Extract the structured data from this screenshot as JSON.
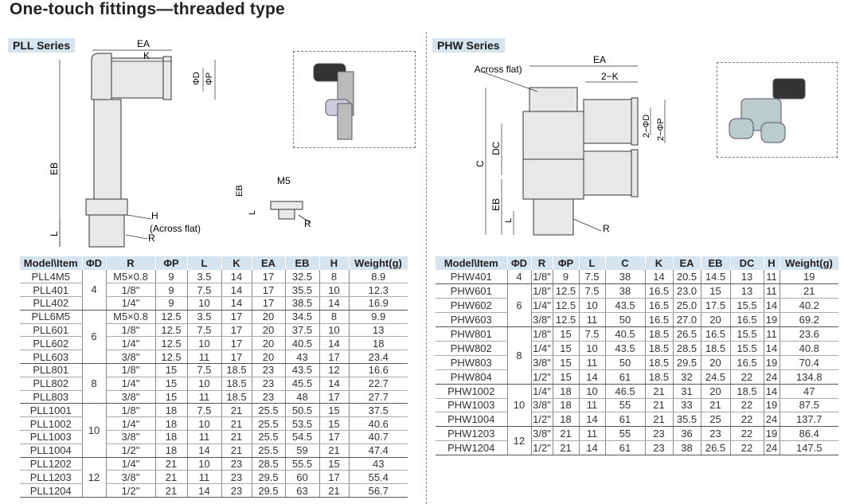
{
  "title": "One-touch fittings—threaded type",
  "pll": {
    "series_label": "PLL Series",
    "diagram_labels": {
      "ea": "EA",
      "k": "K",
      "d": "ΦD",
      "p": "ΦP",
      "eb": "EB",
      "l": "L",
      "h": "H",
      "h2": "(Across flat)",
      "r": "R",
      "m5": "M5",
      "eb2": "EB",
      "l2": "L",
      "r2": "R"
    },
    "headers": [
      "Model\\Item",
      "ΦD",
      "R",
      "ΦP",
      "L",
      "K",
      "EA",
      "EB",
      "H",
      "Weight(g)"
    ],
    "groups": [
      {
        "d": "4",
        "rows": [
          [
            "PLL4M5",
            "M5×0.8",
            "9",
            "3.5",
            "14",
            "17",
            "32.5",
            "8",
            "8.9"
          ],
          [
            "PLL401",
            "1/8\"",
            "9",
            "7.5",
            "14",
            "17",
            "35.5",
            "10",
            "12.3"
          ],
          [
            "PLL402",
            "1/4\"",
            "9",
            "10",
            "14",
            "17",
            "38.5",
            "14",
            "16.9"
          ]
        ]
      },
      {
        "d": "6",
        "rows": [
          [
            "PLL6M5",
            "M5×0.8",
            "12.5",
            "3.5",
            "17",
            "20",
            "34.5",
            "8",
            "9.9"
          ],
          [
            "PLL601",
            "1/8\"",
            "12.5",
            "7.5",
            "17",
            "20",
            "37.5",
            "10",
            "13"
          ],
          [
            "PLL602",
            "1/4\"",
            "12.5",
            "10",
            "17",
            "20",
            "40.5",
            "14",
            "18"
          ],
          [
            "PLL603",
            "3/8\"",
            "12.5",
            "11",
            "17",
            "20",
            "43",
            "17",
            "23.4"
          ]
        ]
      },
      {
        "d": "8",
        "rows": [
          [
            "PLL801",
            "1/8\"",
            "15",
            "7.5",
            "18.5",
            "23",
            "43.5",
            "12",
            "16.6"
          ],
          [
            "PLL802",
            "1/4\"",
            "15",
            "10",
            "18.5",
            "23",
            "45.5",
            "14",
            "22.7"
          ],
          [
            "PLL803",
            "3/8\"",
            "15",
            "11",
            "18.5",
            "23",
            "48",
            "17",
            "27.7"
          ]
        ]
      },
      {
        "d": "10",
        "rows": [
          [
            "PLL1001",
            "1/8\"",
            "18",
            "7.5",
            "21",
            "25.5",
            "50.5",
            "15",
            "37.5"
          ],
          [
            "PLL1002",
            "1/4\"",
            "18",
            "10",
            "21",
            "25.5",
            "53.5",
            "15",
            "40.6"
          ],
          [
            "PLL1003",
            "3/8\"",
            "18",
            "11",
            "21",
            "25.5",
            "54.5",
            "17",
            "40.7"
          ],
          [
            "PLL1004",
            "1/2\"",
            "18",
            "14",
            "21",
            "25.5",
            "59",
            "21",
            "47.4"
          ]
        ]
      },
      {
        "d": "12",
        "rows": [
          [
            "PLL1202",
            "1/4\"",
            "21",
            "10",
            "23",
            "28.5",
            "55.5",
            "15",
            "43"
          ],
          [
            "PLL1203",
            "3/8\"",
            "21",
            "11",
            "23",
            "29.5",
            "60",
            "17",
            "55.4"
          ],
          [
            "PLL1204",
            "1/2\"",
            "21",
            "14",
            "23",
            "29.5",
            "63",
            "21",
            "56.7"
          ]
        ]
      }
    ]
  },
  "phw": {
    "series_label": "PHW Series",
    "diagram_labels": {
      "ea": "EA",
      "h": "H(Across flat)",
      "k": "2−K",
      "d": "2−ΦD",
      "p": "2−ΦP",
      "c": "C",
      "dc": "DC",
      "eb": "EB",
      "l": "L",
      "r": "R"
    },
    "headers": [
      "Model\\Item",
      "ΦD",
      "R",
      "ΦP",
      "L",
      "C",
      "K",
      "EA",
      "EB",
      "DC",
      "H",
      "Weight(g)"
    ],
    "groups": [
      {
        "d": "4",
        "rows": [
          [
            "PHW401",
            "1/8\"",
            "9",
            "7.5",
            "38",
            "14",
            "20.5",
            "14.5",
            "13",
            "11",
            "19"
          ]
        ]
      },
      {
        "d": "6",
        "rows": [
          [
            "PHW601",
            "1/8\"",
            "12.5",
            "7.5",
            "38",
            "16.5",
            "23.0",
            "15",
            "13",
            "11",
            "21"
          ],
          [
            "PHW602",
            "1/4\"",
            "12.5",
            "10",
            "43.5",
            "16.5",
            "25.0",
            "17.5",
            "15.5",
            "14",
            "40.2"
          ],
          [
            "PHW603",
            "3/8\"",
            "12.5",
            "11",
            "50",
            "16.5",
            "27.0",
            "20",
            "16.5",
            "19",
            "69.2"
          ]
        ]
      },
      {
        "d": "8",
        "rows": [
          [
            "PHW801",
            "1/8\"",
            "15",
            "7.5",
            "40.5",
            "18.5",
            "26.5",
            "16.5",
            "15.5",
            "11",
            "23.6"
          ],
          [
            "PHW802",
            "1/4\"",
            "15",
            "10",
            "43.5",
            "18.5",
            "28.5",
            "18.5",
            "15.5",
            "14",
            "40.8"
          ],
          [
            "PHW803",
            "3/8\"",
            "15",
            "11",
            "50",
            "18.5",
            "29.5",
            "20",
            "16.5",
            "19",
            "70.4"
          ],
          [
            "PHW804",
            "1/2\"",
            "15",
            "14",
            "61",
            "18.5",
            "32",
            "24.5",
            "22",
            "24",
            "134.8"
          ]
        ]
      },
      {
        "d": "10",
        "rows": [
          [
            "PHW1002",
            "1/4\"",
            "18",
            "10",
            "46.5",
            "21",
            "31",
            "20",
            "18.5",
            "14",
            "47"
          ],
          [
            "PHW1003",
            "3/8\"",
            "18",
            "11",
            "55",
            "21",
            "33",
            "21",
            "22",
            "19",
            "87.5"
          ],
          [
            "PHW1004",
            "1/2\"",
            "18",
            "14",
            "61",
            "21",
            "35.5",
            "25",
            "22",
            "24",
            "137.7"
          ]
        ]
      },
      {
        "d": "12",
        "rows": [
          [
            "PHW1203",
            "3/8\"",
            "21",
            "11",
            "55",
            "23",
            "36",
            "23",
            "22",
            "19",
            "86.4"
          ],
          [
            "PHW1204",
            "1/2\"",
            "21",
            "14",
            "61",
            "23",
            "38",
            "26.5",
            "22",
            "24",
            "147.5"
          ]
        ]
      }
    ]
  }
}
